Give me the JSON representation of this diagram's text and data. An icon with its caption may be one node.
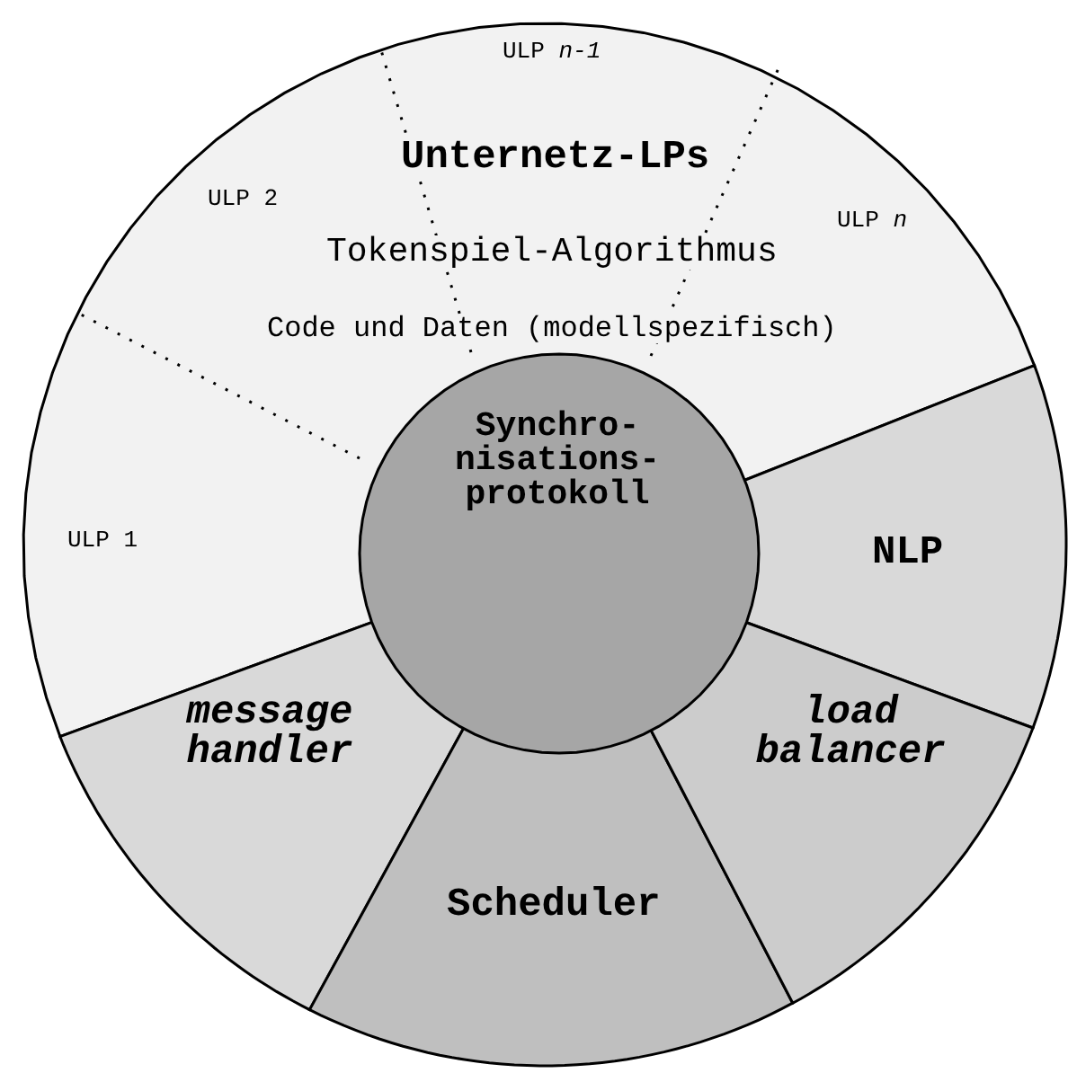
{
  "diagram": {
    "nodes": [
      {
        "text": [
          "Unternetz-LPs",
          "Tokenspiel-Algorithmus",
          "Code und Daten (modellspezifisch)"
        ]
      },
      {
        "text": [
          "NLP"
        ]
      },
      {
        "text": [
          "message handler"
        ]
      },
      {
        "text": [
          "Scheduler"
        ]
      },
      {
        "text": [
          "load balancer"
        ]
      },
      {
        "text": [
          "Synchro- nisations- protokoll"
        ]
      }
    ],
    "edges": [],
    "labels": [
      "ULP *n-1*",
      "ULP 2",
      "ULP *n*",
      "ULP 1"
    ]
  }
}
